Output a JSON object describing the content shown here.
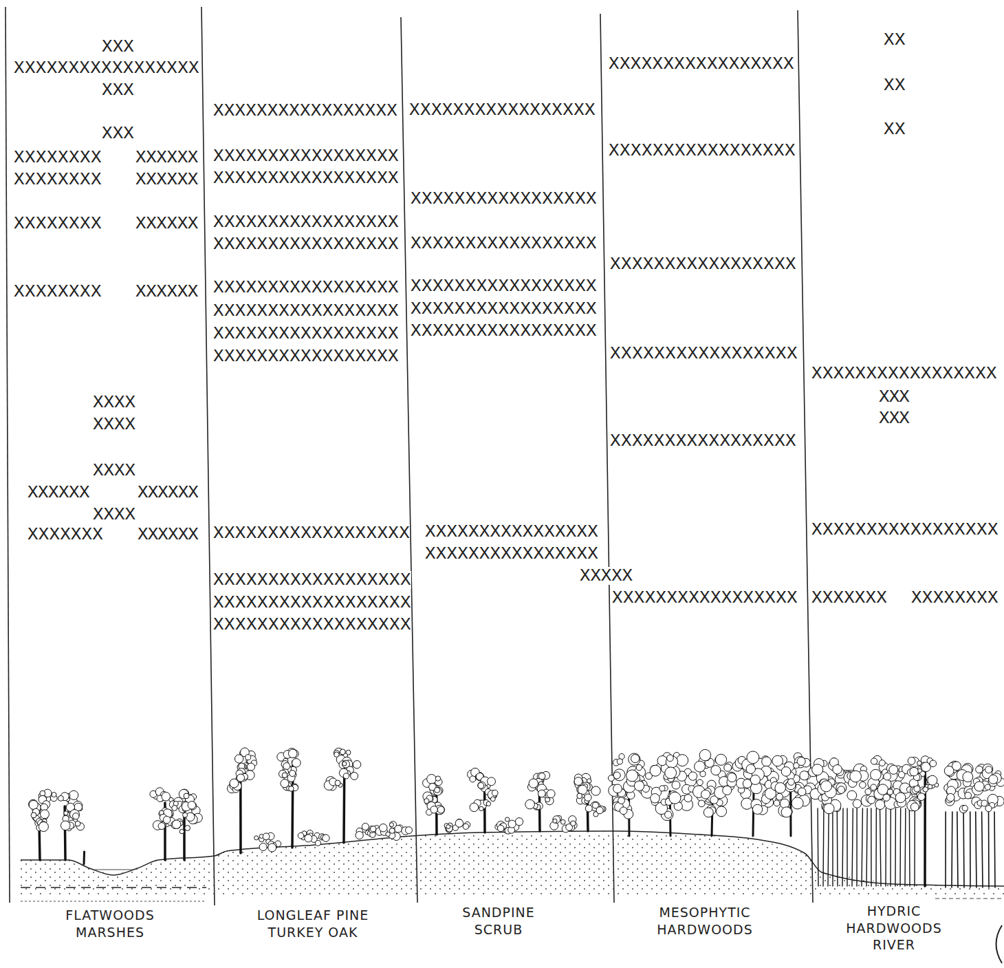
{
  "diagram": {
    "labels": [
      "XXX",
      "XXXXXXXXXXXXXXXXX",
      "XXX",
      "XXX",
      "XXXXXXXX",
      "XXXXXX",
      "XXXXXXXX",
      "XXXXXX",
      "XXXXXXXX",
      "XXXXXX",
      "XXXXXXXX",
      "XXXXXX",
      "XXXX",
      "XXXX",
      "XXXX",
      "XXXXXX",
      "XXXXXX",
      "XXXX",
      "XXXXXXX",
      "XXXXXX",
      "XXXXXXXXXXXXXXXXX",
      "XXXXXXXXXXXXXXXXX",
      "XXXXXXXXXXXXXXXXX",
      "XXXXXXXXXXXXXXXXX",
      "XXXXXXXXXXXXXXXXX",
      "XXXXXXXXXXXXXXXXX",
      "XXXXXXXXXXXXXXXXX",
      "XXXXXXXXXXXXXXXXX",
      "XXXXXXXXXXXXXXXXX",
      "XXXXXXXXXXXXXXXXXX",
      "XXXXXXXXXXXXXXXXXX",
      "XXXXXXXXXXXXXXXXXX",
      "XXXXXXXXXXXXXXXXXX",
      "XXXXXXXXXXXXXXXXX",
      "XXXXXXXXXXXXXXXXX",
      "XXXXXXXXXXXXXXXXX",
      "XXXXXXXXXXXXXXXXX",
      "XXXXXXXXXXXXXXXXX",
      "XXXXXXXXXXXXXXXXX",
      "XXXXXXXXXXXXXXXX",
      "XXXXXXXXXXXXXXXX",
      "XXXXX",
      "XXXXXXXXXXXXXXXXX",
      "XXXXXXXXXXXXXXXXX",
      "XXXXXXXXXXXXXXXXX",
      "XXXXXXXXXXXXXXXXX",
      "XXXXXXXXXXXXXXXXX",
      "XXXXXXXXXXXXXXXXX",
      "XX",
      "XX",
      "XX",
      "XXXXXXXXXXXXXXXXX",
      "XXX",
      "XXX",
      "XXXXXXXXXXXXXXXXX",
      "XXXXXXX",
      "XXXXXXXX",
      "FLATWOODS MARSHES",
      "LONGLEAF PINE TURKEY OAK",
      "SANDPINE SCRUB",
      "MESOPHYTIC HARDWOODS",
      "HYDRIC HARDWOODS RIVER"
    ]
  }
}
